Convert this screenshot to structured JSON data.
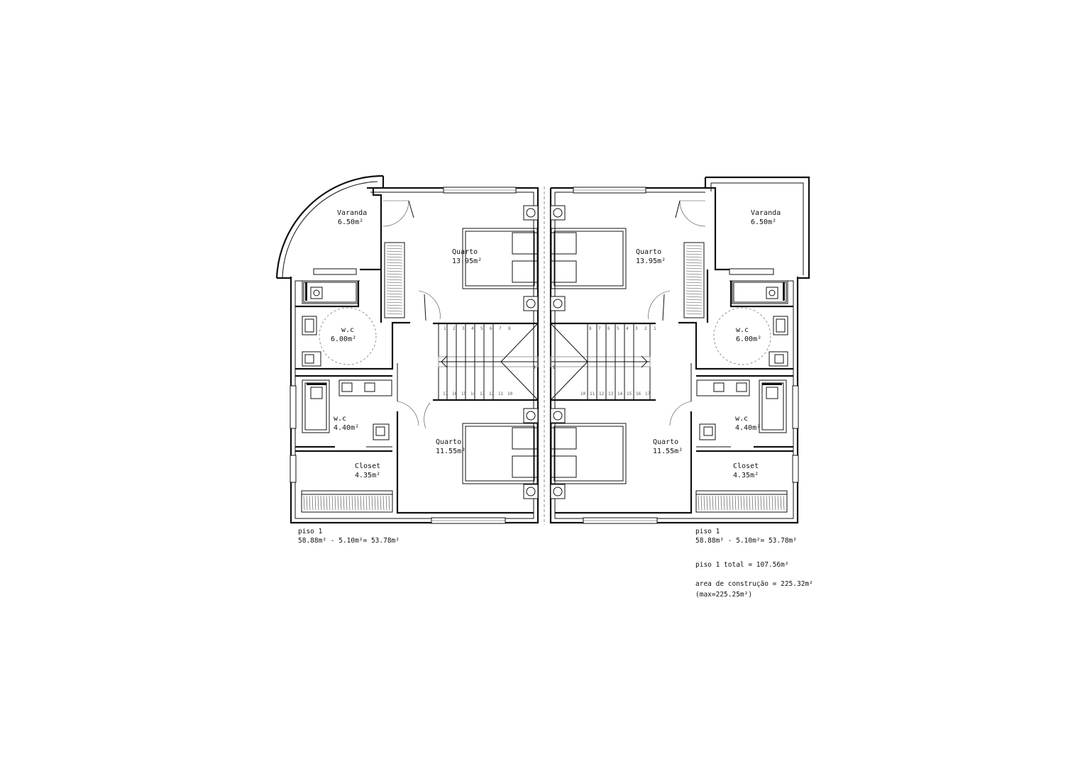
{
  "rooms_left": {
    "varanda": {
      "name": "Varanda",
      "area": "6.50m²"
    },
    "quarto_top": {
      "name": "Quarto",
      "area": "13.95m²"
    },
    "wc_top": {
      "name": "w.c",
      "area": "6.00m²"
    },
    "wc_bottom": {
      "name": "w.c",
      "area": "4.40m²"
    },
    "quarto_bottom": {
      "name": "Quarto",
      "area": "11.55m²"
    },
    "closet": {
      "name": "Closet",
      "area": "4.35m²"
    }
  },
  "rooms_right": {
    "varanda": {
      "name": "Varanda",
      "area": "6.50m²"
    },
    "quarto_top": {
      "name": "Quarto",
      "area": "13.95m²"
    },
    "wc_top": {
      "name": "w.c",
      "area": "6.00m²"
    },
    "wc_bottom": {
      "name": "w.c",
      "area": "4.40m²"
    },
    "quarto_bottom": {
      "name": "Quarto",
      "area": "11.55m²"
    },
    "closet": {
      "name": "Closet",
      "area": "4.35m²"
    }
  },
  "stairs_left": {
    "top_steps": [
      "1",
      "2",
      "3",
      "4",
      "5",
      "6",
      "7",
      "8"
    ],
    "bottom_steps": [
      "17",
      "16",
      "15",
      "14",
      "13",
      "12",
      "11",
      "10"
    ],
    "landing": "9"
  },
  "stairs_right": {
    "top_steps": [
      "8",
      "7",
      "6",
      "5",
      "4",
      "3",
      "2",
      "1"
    ],
    "bottom_steps": [
      "10",
      "11",
      "12",
      "13",
      "14",
      "15",
      "16",
      "17"
    ],
    "landing": "9"
  },
  "notes_left": {
    "floor": "piso 1",
    "calc": "58.88m² - 5.10m²= 53.78m²"
  },
  "notes_right": {
    "floor": "piso 1",
    "calc": "58.88m² - 5.10m²= 53.78m²",
    "total": "piso 1 total = 107.56m²",
    "area": "area de construção = 225.32m²",
    "max": "(max=225.25m²)"
  }
}
